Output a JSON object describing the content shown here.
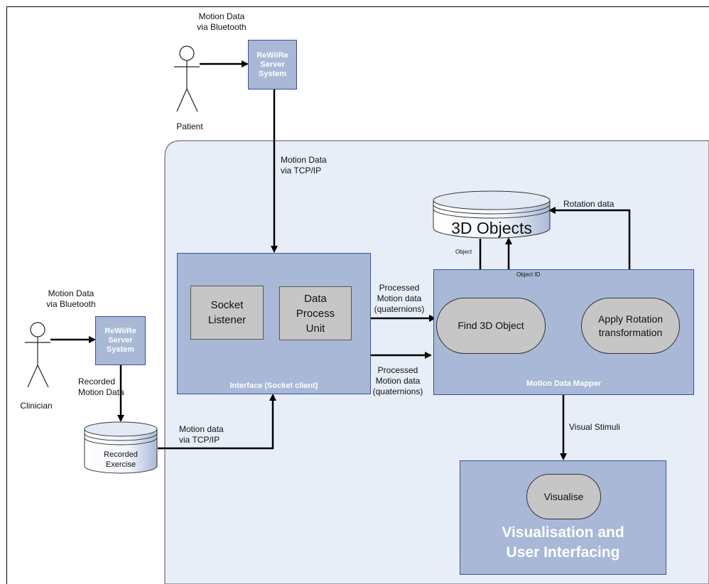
{
  "actors": {
    "patient": "Patient",
    "clinician": "Clinician"
  },
  "server_top": "ReWiiRe\nServer\nSystem",
  "server_left": "ReWiiRe\nServer\nSystem",
  "labels": {
    "bt_top": "Motion Data\nvia Bluetooth",
    "bt_left": "Motion Data\nvia Bluetooth",
    "tcp_top": "Motion Data\nvia TCP/IP",
    "tcp_bottom": "Motion data\nvia TCP/IP",
    "recorded_motion": "Recorded\nMotion Data",
    "processed_1": "Processed\nMotion data\n(quaternions)",
    "processed_2": "Processed\nMotion data\n(quaternions)",
    "rotation_data": "Rotation data",
    "object": "Object",
    "object_id": "Object ID",
    "visual_stimuli": "Visual Stimuli"
  },
  "databases": {
    "objects_3d": "3D Objects",
    "recorded_exercise": "Recorded\nExercise"
  },
  "interface_panel": {
    "title": "Interface (Socket client)",
    "socket_listener": "Socket\nListener",
    "data_process": "Data\nProcess\nUnit"
  },
  "mapper_panel": {
    "title": "Motion Data Mapper",
    "find_object": "Find 3D Object",
    "apply_rotation": "Apply Rotation\ntransformation"
  },
  "visual_panel": {
    "visualise": "Visualise",
    "title": "Visualisation and\nUser Interfacing"
  },
  "colors": {
    "panel_fill": "#a8b8d6",
    "panel_border": "#3a4fa0",
    "region_fill": "#e8eef8",
    "node_fill": "#c6c6c6"
  }
}
